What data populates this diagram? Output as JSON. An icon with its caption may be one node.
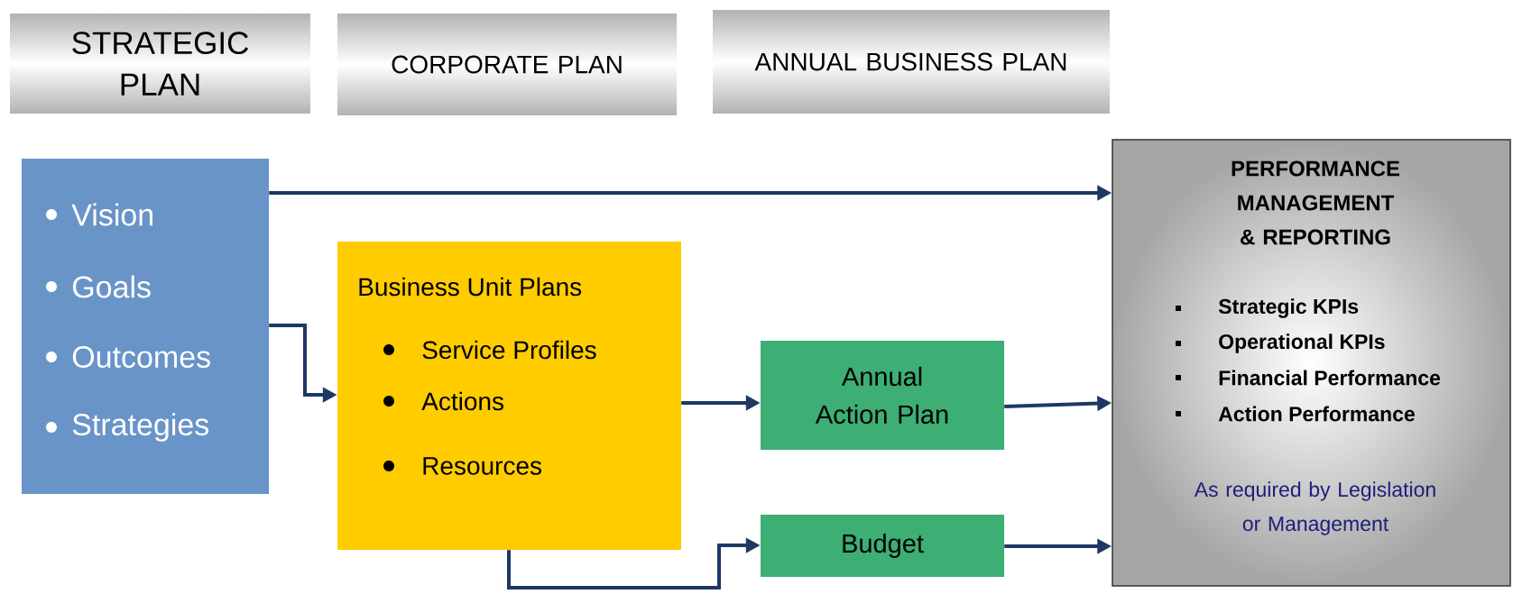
{
  "diagram": {
    "nodes": [
      {
        "text": [
          "STRATEGIC PLAN"
        ]
      },
      {
        "text": [
          "CORPORATE PLAN"
        ]
      },
      {
        "text": [
          "ANNUAL BUSINESS PLAN"
        ]
      },
      {
        "text": [
          "Vision",
          "Goals",
          "Outcomes",
          "Strategies"
        ]
      },
      {
        "text": [
          "Business Unit Plans",
          "Service Profiles",
          "Actions",
          "Resources"
        ]
      },
      {
        "text": [
          "Annual Action Plan"
        ]
      },
      {
        "text": [
          "Budget"
        ]
      },
      {
        "text": [
          "PERFORMANCE MANAGEMENT & REPORTING",
          "Strategic KPIs",
          "Operational KPIs",
          "Financial Performance",
          "Action Performance",
          "As required by Legislation or Management"
        ]
      }
    ],
    "edges": [
      {
        "from": 3,
        "to": 7,
        "arrow": "to"
      },
      {
        "from": 3,
        "to": 4,
        "arrow": "to"
      },
      {
        "from": 4,
        "to": 5,
        "arrow": "to"
      },
      {
        "from": 5,
        "to": 7,
        "arrow": "to"
      },
      {
        "from": 4,
        "to": 6,
        "arrow": "to"
      },
      {
        "from": 6,
        "to": 7,
        "arrow": "to"
      }
    ]
  }
}
